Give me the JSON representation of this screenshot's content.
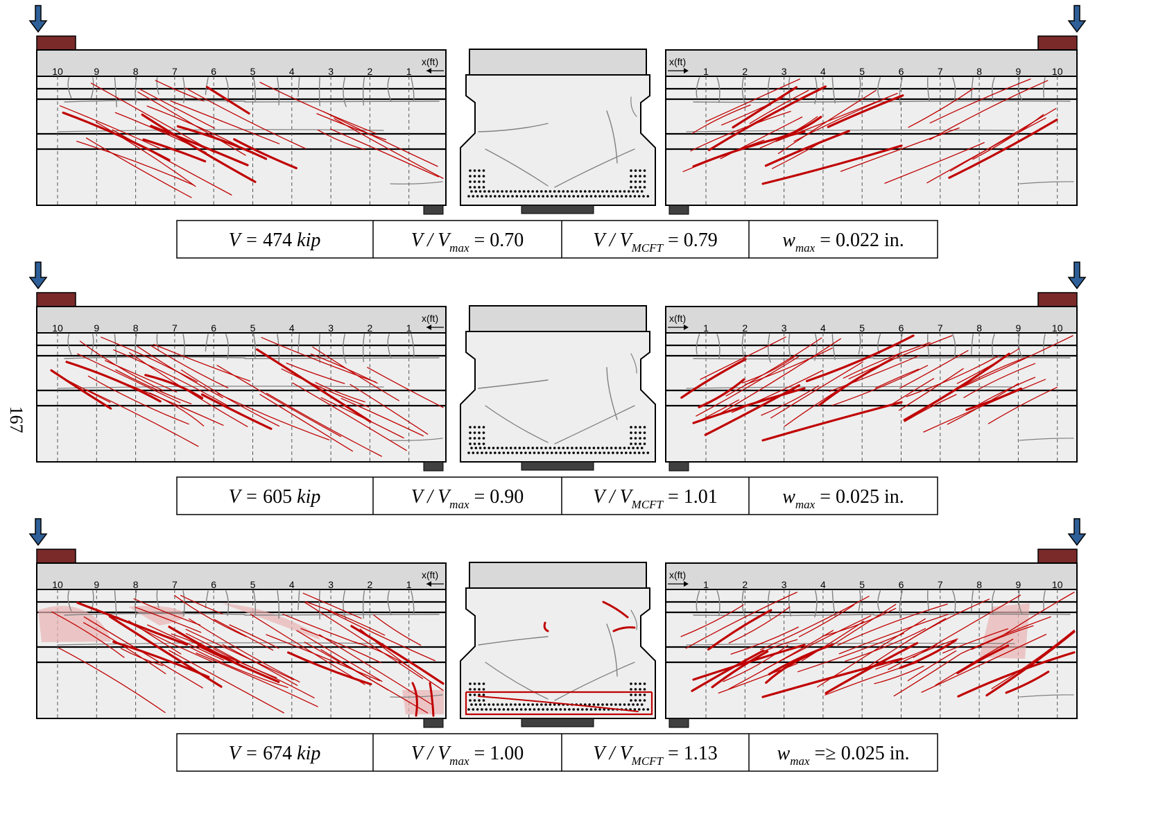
{
  "page_number": "167",
  "axis_unit_label": "x(ft)",
  "left_ticks": [
    "10",
    "9",
    "8",
    "7",
    "6",
    "5",
    "4",
    "3",
    "2",
    "1"
  ],
  "right_ticks": [
    "1",
    "2",
    "3",
    "4",
    "5",
    "6",
    "7",
    "8",
    "9",
    "10"
  ],
  "colors": {
    "web_fill": "#eeeeee",
    "flange_fill": "#d9d9d9",
    "bearing_plate": "#7b2a2a",
    "support_pad": "#404040",
    "old_crack": "#808080",
    "new_crack": "#c00000",
    "damage_zone": "#e9b4b4",
    "load_arrow": "#2e5f98"
  },
  "stages": [
    {
      "name": "stage-1",
      "shear_value": "474",
      "shear_unit": "kip",
      "ratio_max_value": "0.70",
      "ratio_mcft_value": "0.79",
      "wmax_value": "0.022 in.",
      "wmax_prefix": "=",
      "crack_density": 1
    },
    {
      "name": "stage-2",
      "shear_value": "605",
      "shear_unit": "kip",
      "ratio_max_value": "0.90",
      "ratio_mcft_value": "1.01",
      "wmax_value": "0.025 in.",
      "wmax_prefix": "=",
      "crack_density": 2
    },
    {
      "name": "stage-3",
      "shear_value": "674",
      "shear_unit": "kip",
      "ratio_max_value": "1.00",
      "ratio_mcft_value": "1.13",
      "wmax_value": "0.025 in.",
      "wmax_prefix": "=≥",
      "crack_density": 3
    }
  ]
}
